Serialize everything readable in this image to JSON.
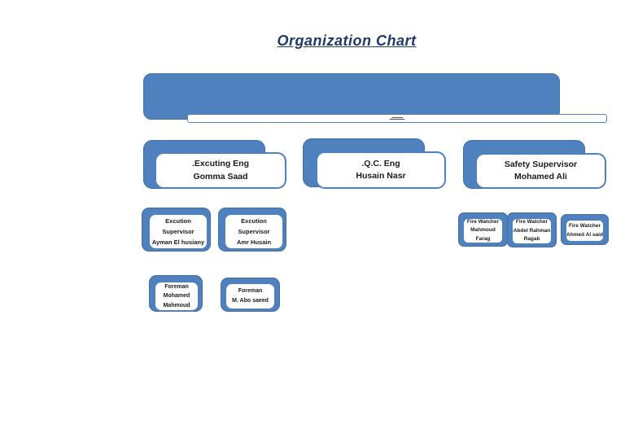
{
  "title": "Organization Chart",
  "colors": {
    "accent_fill": "#4e81bd",
    "accent_border": "#4472a8",
    "card_border": "#4e81bd",
    "title_text": "#1e3a66",
    "node_text": "#1a1a1a",
    "background": "#ffffff"
  },
  "root": {
    "note": "large blue banner shape with a thin white sub-bar containing illegible micro-text"
  },
  "nodes": {
    "level2": [
      {
        "lines": [
          ".Excuting Eng",
          "Gomma Saad"
        ]
      },
      {
        "lines": [
          ".Q.C. Eng",
          "Husain Nasr"
        ]
      },
      {
        "lines": [
          "Safety Supervisor",
          "Mohamed Ali"
        ]
      }
    ],
    "level3": [
      {
        "lines": [
          "Excution",
          "Supervisor",
          "Ayman El husiany"
        ]
      },
      {
        "lines": [
          "Excution",
          "Supervisor",
          "Amr Husain"
        ]
      }
    ],
    "firewatchers": [
      {
        "lines": [
          "Fire Watcher",
          "Mahmoud",
          "Farag"
        ]
      },
      {
        "lines": [
          "Fire Watcher",
          "Abdel Rahman",
          "Ragab"
        ]
      },
      {
        "lines": [
          "Fire Watcher",
          "Ahmed Al said"
        ]
      }
    ],
    "foremen": [
      {
        "lines": [
          "Foreman",
          "Mohamed",
          "Mahmoud"
        ]
      },
      {
        "lines": [
          "Foreman",
          "M. Abo saeed"
        ]
      }
    ]
  }
}
